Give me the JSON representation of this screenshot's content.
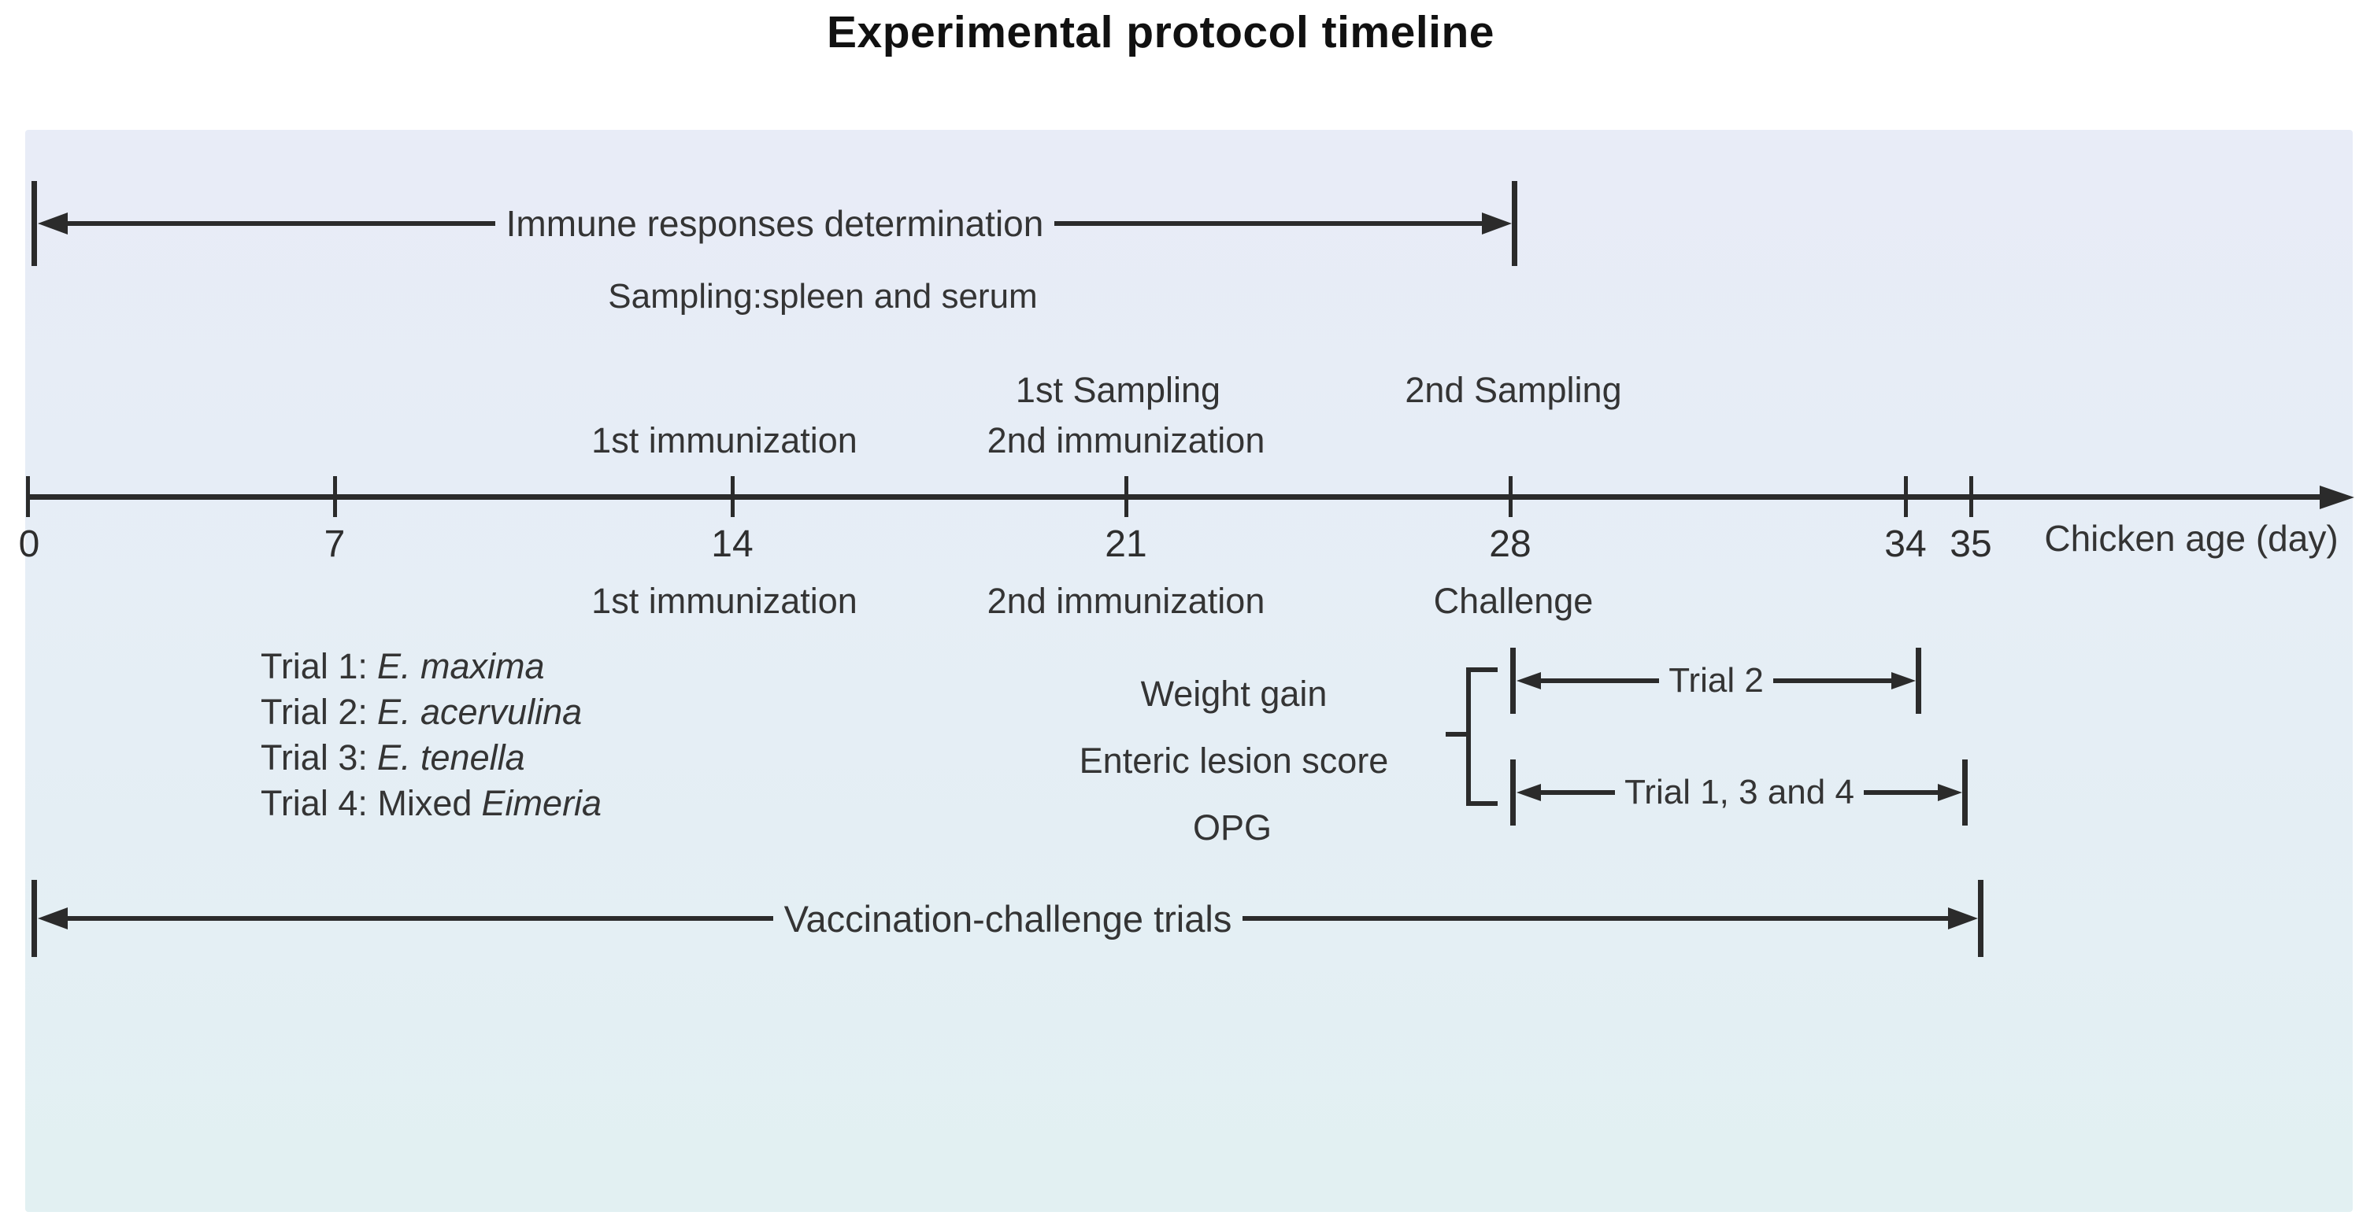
{
  "title": "Experimental protocol timeline",
  "top_span": {
    "label": "Immune responses determination",
    "sublabel": "Sampling:spleen and serum"
  },
  "axis": {
    "ticks": [
      "0",
      "7",
      "14",
      "21",
      "28",
      "34",
      "35"
    ],
    "unit_label": "Chicken age (day)"
  },
  "events_above": {
    "sampling1": "1st Sampling",
    "sampling2": "2nd Sampling",
    "immunization1": "1st immunization",
    "immunization2": "2nd immunization"
  },
  "events_below": {
    "immunization1": "1st immunization",
    "immunization2": "2nd immunization",
    "challenge": "Challenge"
  },
  "trials": [
    {
      "prefix": "Trial 1:",
      "species": "E. maxima"
    },
    {
      "prefix": "Trial 2:",
      "species": "E. acervulina"
    },
    {
      "prefix": "Trial 3:",
      "species": "E. tenella"
    },
    {
      "prefix": "Trial 4: Mixed",
      "species": "Eimeria"
    }
  ],
  "measurements": [
    "Weight gain",
    "Enteric lesion score",
    "OPG"
  ],
  "trial_spans": [
    {
      "label": "Trial 2"
    },
    {
      "label": "Trial 1, 3 and 4"
    }
  ],
  "bottom_span": {
    "label": "Vaccination-challenge trials"
  },
  "colors": {
    "panel_top": "#e8ecf7",
    "panel_bottom": "#e2f0f2",
    "line": "#2b2b2b",
    "text": "#343434",
    "title": "#111111"
  }
}
